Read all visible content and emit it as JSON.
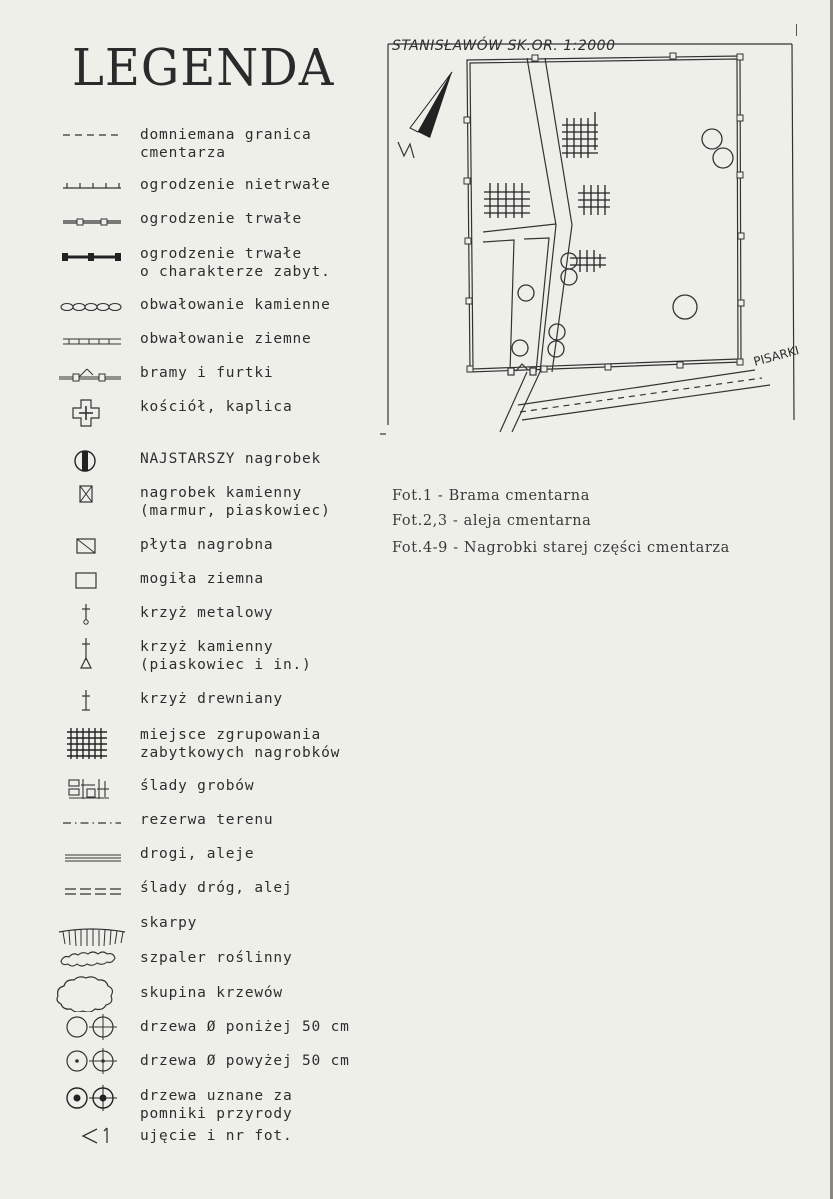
{
  "legend": {
    "title": "LEGENDA",
    "items": [
      {
        "symbol": "dashed-line-symbol",
        "label": "domniemana granica\ncmentarza"
      },
      {
        "symbol": "temporary-fence-symbol",
        "label": "ogrodzenie nietrwałe"
      },
      {
        "symbol": "permanent-fence-symbol",
        "label": "ogrodzenie trwałe"
      },
      {
        "symbol": "historic-fence-symbol",
        "label": "ogrodzenie trwałe\no charakterze zabyt."
      },
      {
        "symbol": "stone-embankment-symbol",
        "label": "obwałowanie kamienne"
      },
      {
        "symbol": "earth-embankment-symbol",
        "label": "obwałowanie ziemne"
      },
      {
        "symbol": "gate-symbol",
        "label": "bramy i furtki"
      },
      {
        "symbol": "church-symbol",
        "label": "kościół, kaplica"
      },
      {
        "symbol": "oldest-grave-symbol",
        "label": "NAJSTARSZY nagrobek"
      },
      {
        "symbol": "stone-grave-symbol",
        "label": "nagrobek kamienny\n(marmur, piaskowiec)"
      },
      {
        "symbol": "grave-slab-symbol",
        "label": "płyta nagrobna"
      },
      {
        "symbol": "earth-grave-symbol",
        "label": "mogiła ziemna"
      },
      {
        "symbol": "metal-cross-symbol",
        "label": "krzyż metalowy"
      },
      {
        "symbol": "stone-cross-symbol",
        "label": "krzyż kamienny\n(piaskowiec i in.)"
      },
      {
        "symbol": "wooden-cross-symbol",
        "label": "krzyż drewniany"
      },
      {
        "symbol": "historic-graves-grid-symbol",
        "label": "miejsce zgrupowania\nzabytkowych nagrobków"
      },
      {
        "symbol": "grave-traces-symbol",
        "label": "ślady grobów"
      },
      {
        "symbol": "dash-dot-line-symbol",
        "label": "rezerwa terenu"
      },
      {
        "symbol": "road-symbol",
        "label": "drogi, aleje"
      },
      {
        "symbol": "road-traces-symbol",
        "label": "ślady dróg, alej"
      },
      {
        "symbol": "escarpment-symbol",
        "label": "skarpy"
      },
      {
        "symbol": "hedge-symbol",
        "label": "szpaler roślinny"
      },
      {
        "symbol": "shrubs-symbol",
        "label": "skupina krzewów"
      },
      {
        "symbol": "small-trees-symbol",
        "label": "drzewa Ø poniżej 50 cm"
      },
      {
        "symbol": "large-trees-symbol",
        "label": "drzewa Ø powyżej 50 cm"
      },
      {
        "symbol": "monument-trees-symbol",
        "label": "drzewa uznane za\npomniki przyrody"
      },
      {
        "symbol": "photo-point-symbol",
        "label": "ujęcie i nr fot."
      }
    ]
  },
  "map": {
    "title": "STANISŁAWÓW  SK.OR.  1:2000",
    "street_label": "PISARKI"
  },
  "captions": [
    "Fot.1 - Brama cmentarna",
    "Fot.2,3 - aleja cmentarna",
    "Fot.4-9 - Nagrobki starej części cmentarza"
  ]
}
